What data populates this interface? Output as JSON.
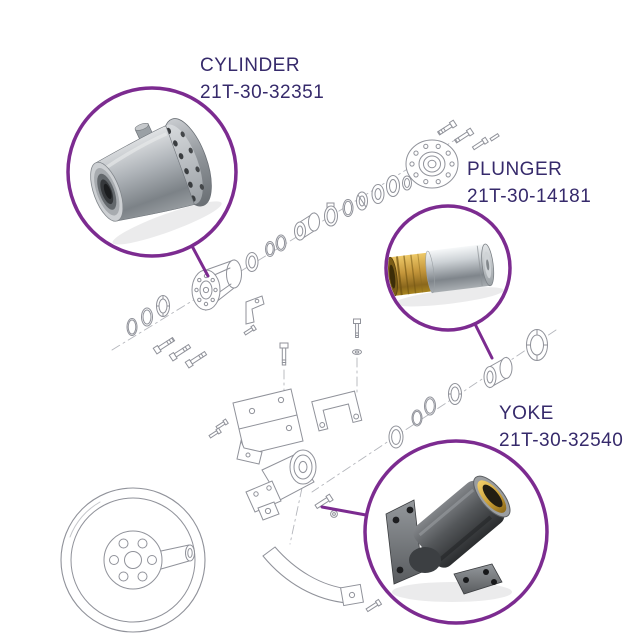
{
  "colors": {
    "callout_circle": "#7c2b90",
    "label_text": "#362a6b",
    "line_art": "#90929a",
    "background": "#ffffff",
    "brass": "#c3953a",
    "steel": "#c9ced2"
  },
  "callouts": {
    "cylinder": {
      "name": "CYLINDER",
      "part_number": "21T-30-32351"
    },
    "plunger": {
      "name": "PLUNGER",
      "part_number": "21T-30-14181"
    },
    "yoke": {
      "name": "YOKE",
      "part_number": "21T-30-32540"
    }
  }
}
